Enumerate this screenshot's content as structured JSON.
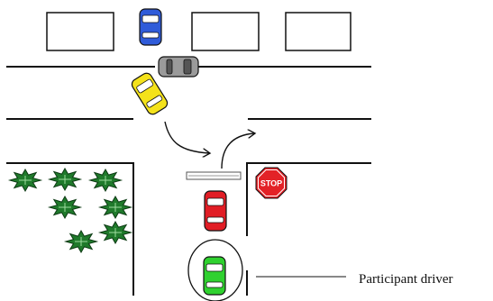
{
  "stop_sign": {
    "text": "STOP",
    "color": "#e32227"
  },
  "callout": {
    "label": "Participant driver"
  },
  "vehicles": [
    {
      "id": "blue-car",
      "color": "#2f5bd9",
      "icon": "car-icon"
    },
    {
      "id": "gray-car",
      "color": "#9a9a9a",
      "icon": "car-icon"
    },
    {
      "id": "yellow-car",
      "color": "#f4e21b",
      "icon": "car-icon"
    },
    {
      "id": "red-car",
      "color": "#e11d25",
      "icon": "car-icon"
    },
    {
      "id": "green-car",
      "color": "#2fd12f",
      "icon": "car-icon"
    }
  ],
  "colors": {
    "bush": "#1f7a2b",
    "road_line": "#111111"
  }
}
